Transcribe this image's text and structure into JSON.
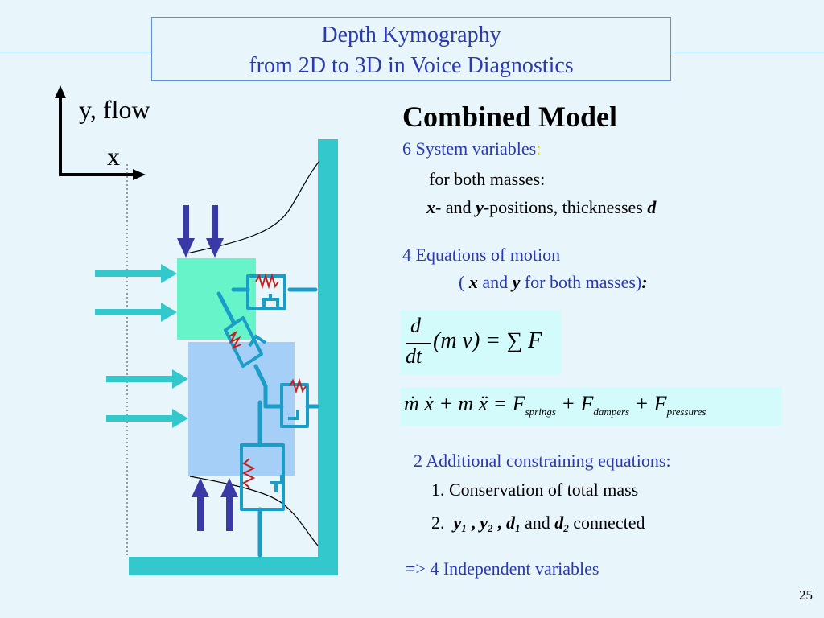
{
  "title": {
    "line1": "Depth Kymography",
    "line2": "from 2D to 3D in Voice Diagnostics"
  },
  "axes": {
    "y_label": "y, flow",
    "x_label": "x"
  },
  "model": {
    "heading": "Combined Model",
    "system_vars": "6 System variables",
    "colon": ":",
    "for_both": "for both masses:",
    "positions": {
      "x": "x",
      "dash_and": "- and ",
      "y": "y",
      "mid": "-positions, thicknesses ",
      "d": "d"
    },
    "eq_motion": "4 Equations of motion",
    "eq_motion_sub": {
      "open": "( ",
      "x": "x",
      "and": " and ",
      "y": "y",
      "rest": " for both masses)",
      "colon": ":"
    },
    "constraining": "2 Additional constraining equations:",
    "item1": "1. Conservation of total mass",
    "item2": {
      "num": "2.",
      "y1": "y",
      "s1": "1",
      "sep1": " , ",
      "y2": "y",
      "s2": "2",
      "sep2": " , ",
      "d1": "d",
      "s3": "1",
      "and": " and ",
      "d2": "d",
      "s4": "2",
      "rest": " connected"
    },
    "result": "=> 4 Independent variables"
  },
  "equation1": {
    "num": "d",
    "den": "dt",
    "body": "(m v) = ∑ F"
  },
  "equation2": {
    "lhs": "ṁ ẋ + m ẍ = F",
    "s1": "springs",
    "plus1": " + F",
    "s2": "dampers",
    "plus2": " + F",
    "s3": "pressures"
  },
  "page_number": "25",
  "colors": {
    "title": "#2a3ab0",
    "teal": "#33c9cc",
    "mass_upper": "#66f5c8",
    "mass_lower": "#a6cff8",
    "arrow_dark": "#3a3aa6",
    "eq_bg": "#d4fbfb"
  }
}
